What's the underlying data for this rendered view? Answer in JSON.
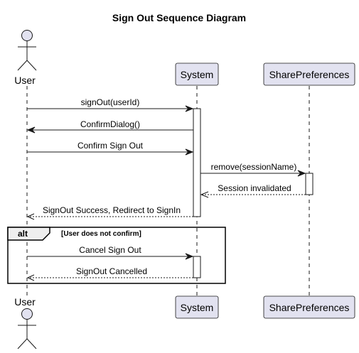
{
  "diagram": {
    "title": "Sign Out Sequence Diagram",
    "colors": {
      "participant_fill": "#E2E2F0",
      "participant_stroke": "#181818",
      "lifeline": "#181818",
      "activation_fill": "#FFFFFF",
      "frame_stroke": "#000000"
    },
    "participants": [
      {
        "id": "user",
        "label": "User",
        "kind": "actor"
      },
      {
        "id": "system",
        "label": "System",
        "kind": "box"
      },
      {
        "id": "prefs",
        "label": "SharePreferences",
        "kind": "box"
      }
    ],
    "messages": [
      {
        "from": "user",
        "to": "system",
        "label": "signOut(userId)",
        "style": "solid"
      },
      {
        "from": "system",
        "to": "user",
        "label": "ConfirmDialog()",
        "style": "solid"
      },
      {
        "from": "user",
        "to": "system",
        "label": "Confirm Sign Out",
        "style": "solid"
      },
      {
        "from": "system",
        "to": "prefs",
        "label": "remove(sessionName)",
        "style": "solid"
      },
      {
        "from": "prefs",
        "to": "system",
        "label": "Session invalidated",
        "style": "dashed"
      },
      {
        "from": "system",
        "to": "user",
        "label": "SignOut Success, Redirect to SignIn",
        "style": "dashed"
      },
      {
        "from": "user",
        "to": "system",
        "label": "Cancel Sign Out",
        "style": "solid"
      },
      {
        "from": "system",
        "to": "user",
        "label": "SignOut Cancelled",
        "style": "dashed"
      }
    ],
    "fragment": {
      "keyword": "alt",
      "guard": "[User does not confirm]"
    }
  }
}
